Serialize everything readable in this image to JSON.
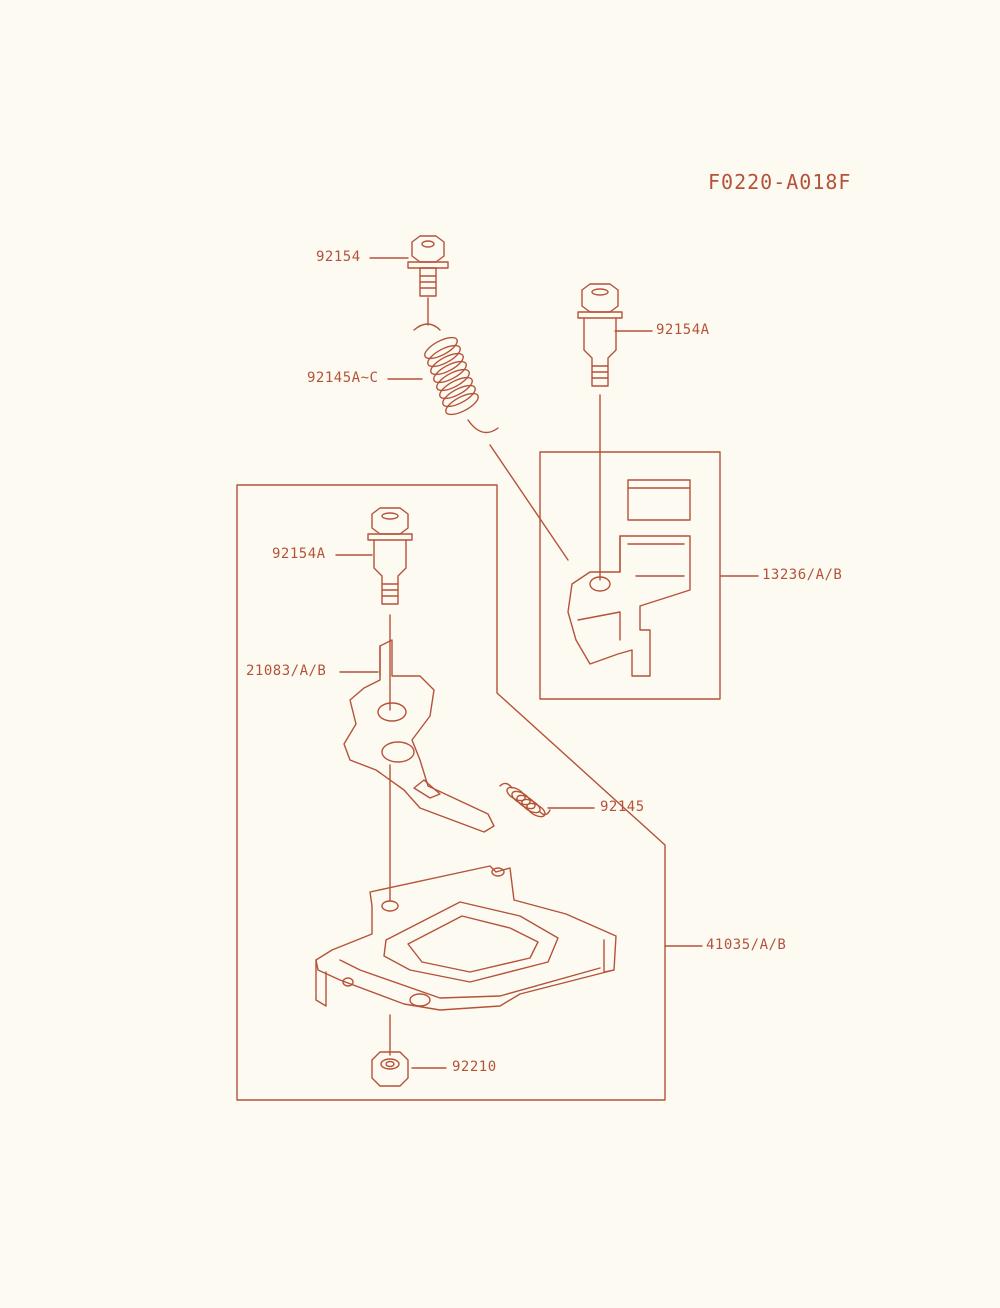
{
  "diagram_code": "F0220-A018F",
  "colors": {
    "line": "#b5523a",
    "background": "#fdfbf1"
  },
  "labels": {
    "bolt_top": "92154",
    "spring_top": "92145A~C",
    "bolt_right": "92154A",
    "bracket_right": "13236/A/B",
    "bolt_left": "92154A",
    "lever": "21083/A/B",
    "spring_small": "92145",
    "plate": "41035/A/B",
    "nut": "92210"
  }
}
